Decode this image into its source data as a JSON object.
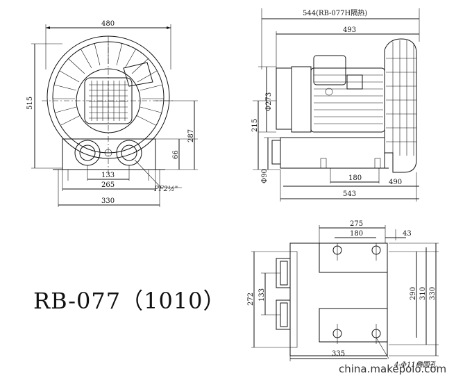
{
  "model": "RB-077（1010）",
  "watermark": "china.makepolo.com",
  "front_view": {
    "dims": {
      "width_top": "480",
      "height_left": "515",
      "base_height": "66",
      "center_height": "287",
      "port_spacing": "133",
      "mount_spacing": "265",
      "base_width": "330"
    },
    "thread_label": "PF2½\""
  },
  "side_view": {
    "dims": {
      "overall_length_label": "544(RB-077H隔热)",
      "body_length": "493",
      "motor_diameter": "Φ273",
      "axis_height": "215",
      "port_diameter": "Φ90",
      "foot_spacing": "180",
      "length_490": "490",
      "length_543": "543"
    }
  },
  "top_view": {
    "dims": {
      "width_275": "275",
      "hole_spacing": "180",
      "offset_43": "43",
      "height_272": "272",
      "port_spacing": "133",
      "height_290": "290",
      "height_310": "310",
      "height_330": "330",
      "length_335": "335"
    },
    "hole_label": "4-Φ11椭圆孔"
  }
}
